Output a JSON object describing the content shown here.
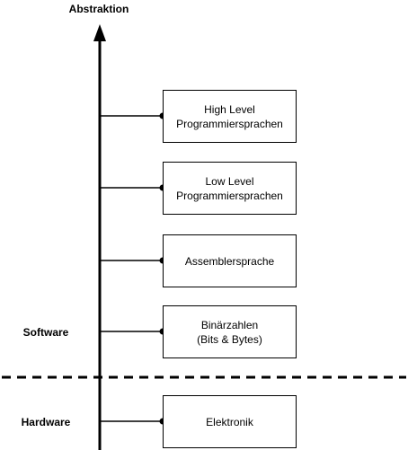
{
  "axis": {
    "title": "Abstraktion"
  },
  "sections": {
    "software": "Software",
    "hardware": "Hardware"
  },
  "levels": [
    {
      "label": "High Level\nProgrammiersprachen"
    },
    {
      "label": "Low Level\nProgrammiersprachen"
    },
    {
      "label": "Assemblersprache"
    },
    {
      "label": "Binärzahlen\n(Bits & Bytes)"
    },
    {
      "label": "Elektronik"
    }
  ]
}
